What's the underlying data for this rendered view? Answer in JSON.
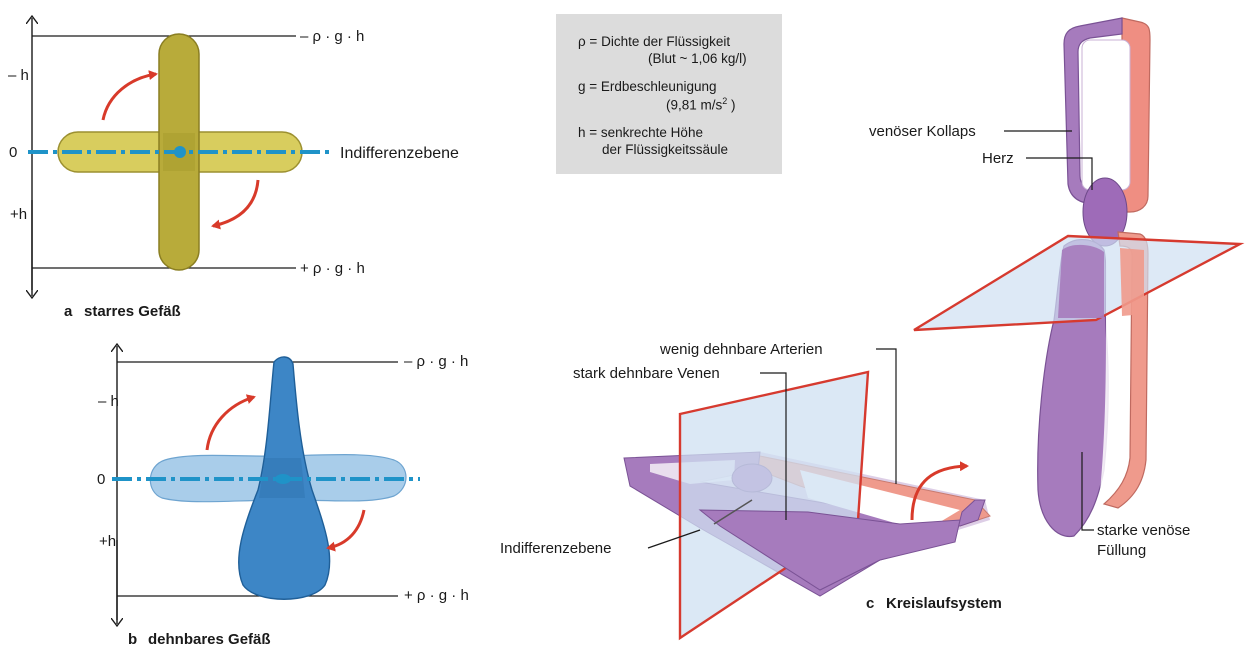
{
  "panel_a": {
    "caption_letter": "a",
    "caption": "starres Gefäß",
    "label_top": "– ρ · g · h",
    "label_bottom": "+ ρ · g · h",
    "label_minus_h": "– h",
    "label_zero": "0",
    "label_plus_h": "+h",
    "label_plane": "Indifferenzebene"
  },
  "panel_b": {
    "caption_letter": "b",
    "caption": "dehnbares Gefäß",
    "label_top": "– ρ · g · h",
    "label_bottom": "+ ρ · g · h",
    "label_minus_h": "– h",
    "label_zero": "0",
    "label_plus_h": "+h"
  },
  "legend": {
    "rho_line1": "ρ = Dichte der Flüssigkeit",
    "rho_line2": "(Blut ~ 1,06 kg/l)",
    "g_line1": "g = Erdbeschleunigung",
    "g_line2": "(9,81 m/s",
    "g_line2_sup": "2",
    "g_line2_end": " )",
    "h_line1": "h = senkrechte Höhe",
    "h_line2": "der Flüssigkeitssäule"
  },
  "panel_c": {
    "caption_letter": "c",
    "caption": "Kreislaufsystem",
    "label_kollaps": "venöser Kollaps",
    "label_herz": "Herz",
    "label_arterien": "wenig dehnbare Arterien",
    "label_venen": "stark dehnbare Venen",
    "label_plane": "Indifferenzebene",
    "label_fuellung_1": "starke venöse",
    "label_fuellung_2": "Füllung"
  },
  "colors": {
    "rigid_vessel": "#b8ab3a",
    "flexible_vessel": "#3d86c6",
    "flexible_vessel_light": "#a9cdea",
    "plane_line": "#1f93c8",
    "arrow": "#d83a2a",
    "vein": "#a67bbd",
    "artery": "#ef9a8c",
    "plane_fill": "#cfe0f2",
    "plane_edge": "#d63a2f",
    "legend_bg": "#dcdcdc"
  }
}
